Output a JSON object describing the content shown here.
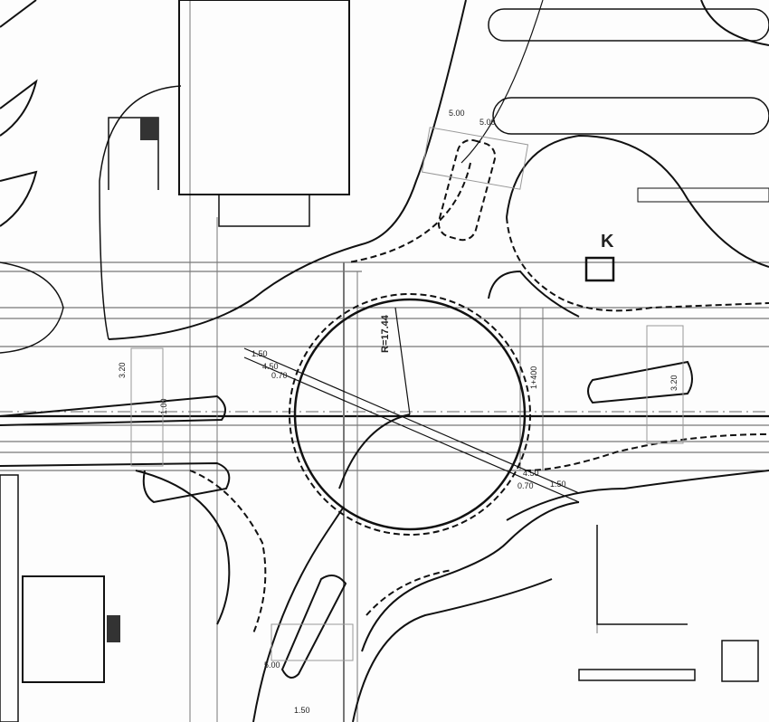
{
  "drawing": {
    "title_mark": "K",
    "labels": {
      "radius": "R=17.44",
      "station": "1+400",
      "dim_north_width": "5.00",
      "dim_north_width2": "5.00",
      "dim_west_width": "3.20",
      "dim_west_median": "1.00",
      "dim_east_width": "3.20",
      "dim_sw_width": "5.00",
      "dim_sw_offset": "1.50",
      "dim_nw_a": "1.50",
      "dim_nw_b": "4.50",
      "dim_nw_c": "0.70",
      "dim_se_a": "4.50",
      "dim_se_b": "0.70",
      "dim_se_c": "1.50"
    }
  }
}
